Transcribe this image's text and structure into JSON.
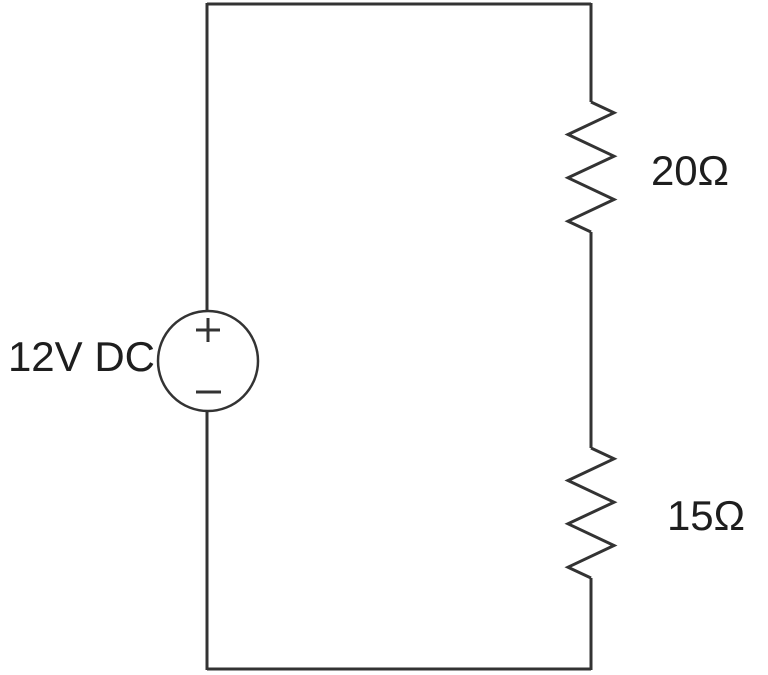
{
  "diagram": {
    "colors": {
      "background": "#ffffff",
      "wire": "#333333",
      "text": "#1e1e1e"
    },
    "voltage_source": {
      "label": "12V DC",
      "positive_terminal": "+",
      "negative_terminal": "−"
    },
    "resistors": [
      {
        "label": "20Ω"
      },
      {
        "label": "15Ω"
      }
    ]
  }
}
